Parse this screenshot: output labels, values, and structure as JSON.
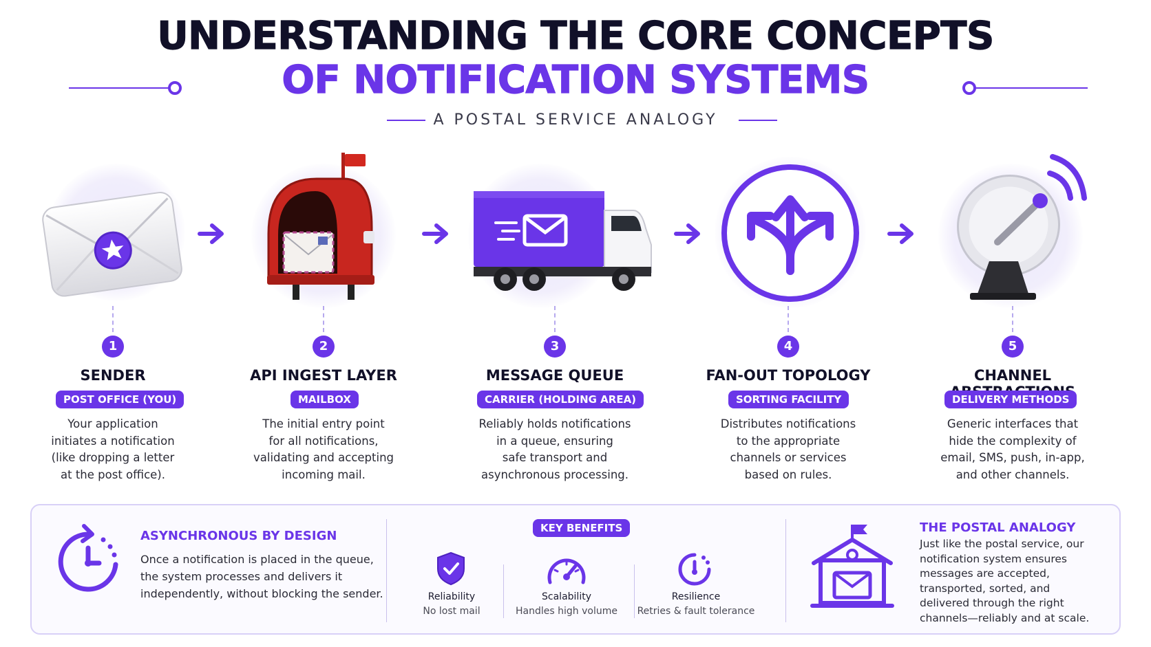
{
  "header": {
    "title_line1": "UNDERSTANDING THE CORE CONCEPTS",
    "title_line2": "OF NOTIFICATION SYSTEMS",
    "subtitle": "A POSTAL SERVICE ANALOGY"
  },
  "colors": {
    "accent": "#6a35e8",
    "dark": "#111028",
    "mailbox_red": "#c8261f"
  },
  "steps": [
    {
      "number": "1",
      "title": "SENDER",
      "tag": "POST OFFICE (YOU)",
      "icon": "envelope-icon",
      "desc": [
        "Your application",
        "initiates a notification",
        "(like dropping a letter",
        "at the post office)."
      ]
    },
    {
      "number": "2",
      "title": "API INGEST LAYER",
      "tag": "MAILBOX",
      "icon": "mailbox-icon",
      "desc": [
        "The initial entry point",
        "for all notifications,",
        "validating and accepting",
        "incoming mail."
      ]
    },
    {
      "number": "3",
      "title": "MESSAGE QUEUE",
      "tag": "CARRIER (HOLDING AREA)",
      "icon": "truck-icon",
      "desc": [
        "Reliably holds notifications",
        "in a queue, ensuring",
        "safe transport and",
        "asynchronous processing."
      ]
    },
    {
      "number": "4",
      "title": "FAN-OUT TOPOLOGY",
      "tag": "SORTING FACILITY",
      "icon": "fan-out-arrows-icon",
      "desc": [
        "Distributes notifications",
        "to the appropriate",
        "channels or services",
        "based on rules."
      ]
    },
    {
      "number": "5",
      "title": "CHANNEL ABSTRACTIONS",
      "tag": "DELIVERY METHODS",
      "icon": "satellite-dish-icon",
      "desc": [
        "Generic interfaces that",
        "hide the complexity of",
        "email, SMS, push, in-app,",
        "and other channels."
      ]
    }
  ],
  "bottom": {
    "async": {
      "title": "ASYNCHRONOUS BY DESIGN",
      "lines": [
        "Once a notification is placed in the queue,",
        "the system processes and delivers it",
        "independently, without blocking the sender."
      ]
    },
    "benefits": {
      "label": "KEY BENEFITS",
      "items": [
        {
          "name": "Reliability",
          "sub": "No lost mail",
          "icon": "shield-check-icon"
        },
        {
          "name": "Scalability",
          "sub": "Handles high volume",
          "icon": "gauge-icon"
        },
        {
          "name": "Resilience",
          "sub": "Retries & fault tolerance",
          "icon": "timer-icon"
        }
      ]
    },
    "analogy": {
      "title": "THE POSTAL ANALOGY",
      "lines": [
        "Just like the postal service, our",
        "notification system ensures",
        "messages are accepted,",
        "transported, sorted, and",
        "delivered through the right",
        "channels—reliably and at scale."
      ]
    }
  }
}
